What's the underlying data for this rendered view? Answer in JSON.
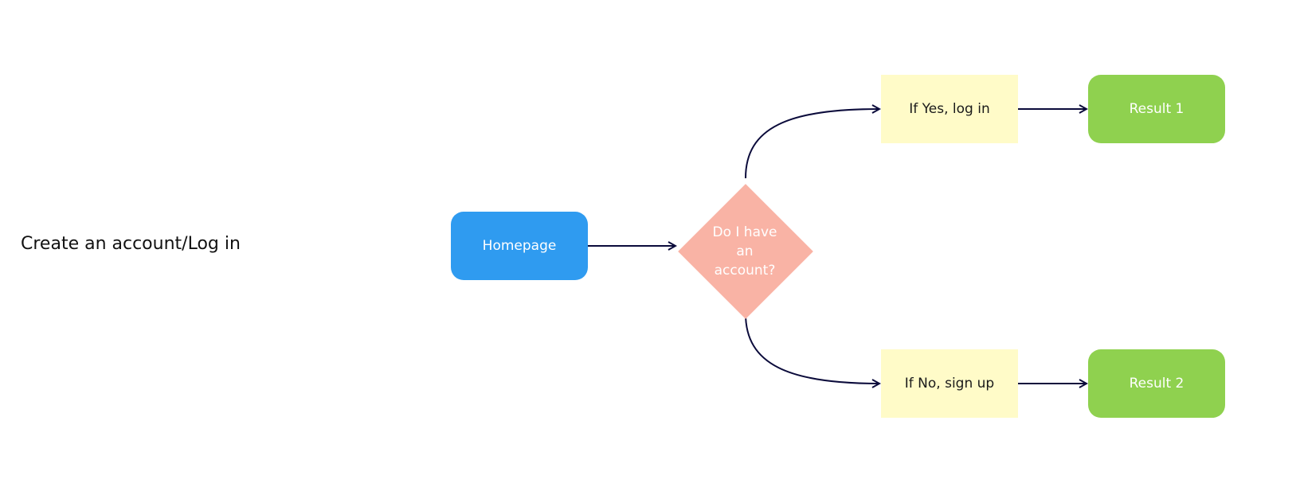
{
  "diagram": {
    "title": "Create an account/Log in",
    "nodes": {
      "homepage": {
        "label": "Homepage",
        "shape": "rounded-rectangle",
        "color": "#2f9bf0"
      },
      "decision": {
        "label": "Do I have\nan\naccount?",
        "shape": "diamond",
        "color": "#f9b3a5"
      },
      "yes": {
        "label": "If Yes, log in",
        "shape": "rectangle",
        "color": "#fffbc8"
      },
      "no": {
        "label": "If No, sign up",
        "shape": "rectangle",
        "color": "#fffbc8"
      },
      "result1": {
        "label": "Result 1",
        "shape": "rounded-rectangle",
        "color": "#8fd14f"
      },
      "result2": {
        "label": "Result 2",
        "shape": "rounded-rectangle",
        "color": "#8fd14f"
      }
    },
    "edges": [
      {
        "from": "homepage",
        "to": "decision"
      },
      {
        "from": "decision",
        "to": "yes"
      },
      {
        "from": "decision",
        "to": "no"
      },
      {
        "from": "yes",
        "to": "result1"
      },
      {
        "from": "no",
        "to": "result2"
      }
    ],
    "connector_color": "#0b0b3b"
  }
}
